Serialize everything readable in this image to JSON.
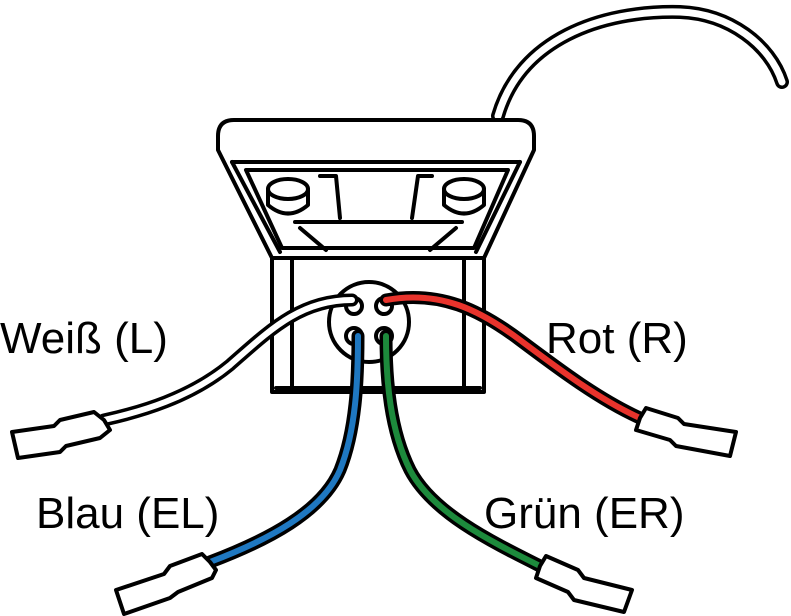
{
  "labels": {
    "white": "Weiß (L)",
    "red": "Rot (R)",
    "blue": "Blau (EL)",
    "green": "Grün (ER)"
  },
  "colors": {
    "white": "#ffffff",
    "red": "#e8332c",
    "blue": "#1f78c1",
    "green": "#1d8a3c",
    "outline": "#000000"
  },
  "icons": {
    "connector": "connector-plug-icon",
    "cable": "cable-icon",
    "terminal": "spade-terminal-icon"
  }
}
